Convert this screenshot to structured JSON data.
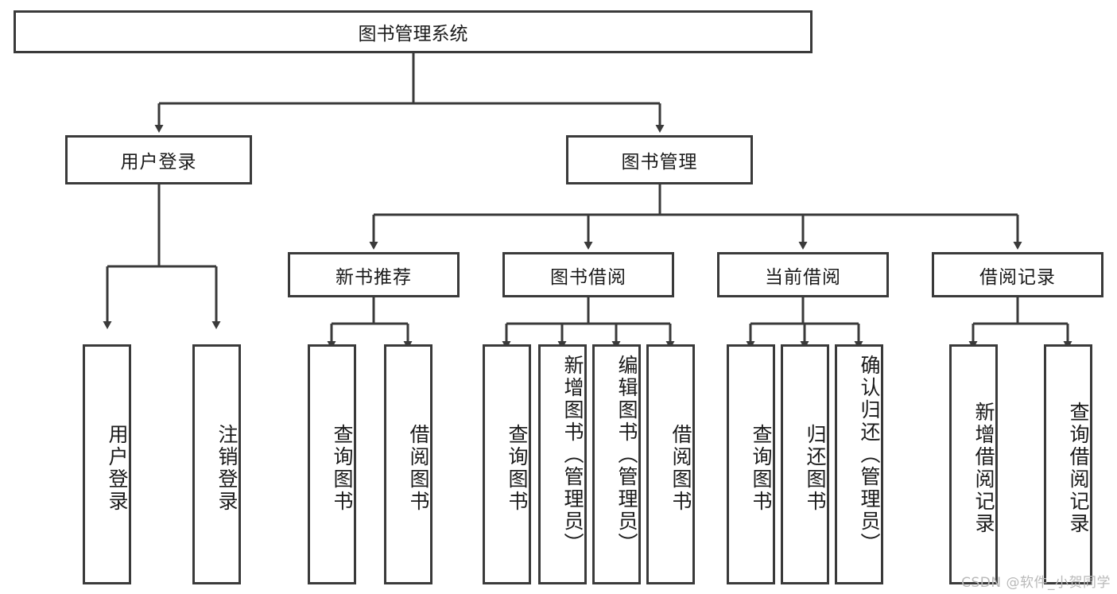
{
  "diagram": {
    "title": "图书管理系统",
    "watermark": "CSDN @软件_小贺同学",
    "accent_color": "#3a3a3a",
    "background_color": "#ffffff",
    "nodes": {
      "root": "图书管理系统",
      "level2": {
        "user_login": "用户登录",
        "book_manage": "图书管理"
      },
      "level3": {
        "new_book_recommend": "新书推荐",
        "book_borrow": "图书借阅",
        "current_borrow": "当前借阅",
        "borrow_record": "借阅记录"
      },
      "leaves": {
        "user_login_leaf": "用户登录",
        "logout_leaf": "注销登录",
        "query_book_rec": "查询图书",
        "borrow_book_rec": "借阅图书",
        "query_book_borrow": "查询图书",
        "add_book_admin": "新增图书（管理员）",
        "edit_book_admin": "编辑图书（管理员）",
        "borrow_book": "借阅图书",
        "query_book_current": "查询图书",
        "return_book": "归还图书",
        "confirm_return_admin": "确认归还（管理员）",
        "add_borrow_record": "新增借阅记录",
        "query_borrow_record": "查询借阅记录"
      }
    }
  }
}
